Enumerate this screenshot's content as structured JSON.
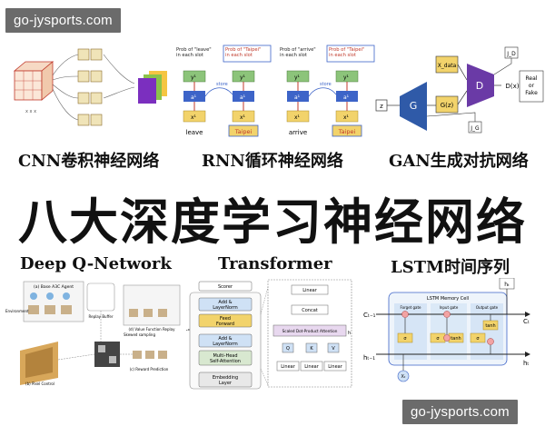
{
  "watermark": {
    "top": "go-jysports.com",
    "bottom": "go-jysports.com"
  },
  "headline": "八大深度学习神经网络",
  "captions": {
    "cnn": "CNN卷积神经网络",
    "rnn": "RNN循环神经网络",
    "gan": "GAN生成对抗网络",
    "dqn": "Deep Q-Network",
    "transformer": "Transformer",
    "lstm": "LSTM时间序列"
  },
  "rnn_panel": {
    "slots": [
      {
        "prob": "Prob of \"leave\"\nin each slot",
        "input": "leave",
        "highlight": false
      },
      {
        "prob": "Prob of \"Taipei\"\nin each slot",
        "input": "Taipei",
        "highlight": true
      },
      {
        "prob": "Prob of \"arrive\"\nin each slot",
        "input": "arrive",
        "highlight": false
      },
      {
        "prob": "Prob of \"Taipei\"\nin each slot",
        "input": "Taipei",
        "highlight": true
      }
    ],
    "store_label": "store",
    "y_label": "y¹",
    "a_label": "a¹",
    "x_label": "x¹"
  },
  "gan_panel": {
    "z": "z",
    "g": "G",
    "gz": "G(z)",
    "x_data": "X_data",
    "d": "D",
    "dx": "D(x)",
    "real_or_fake": "Real\nor\nFake",
    "jd": "J_D",
    "jg": "J_G"
  },
  "transformer_panel": {
    "left_blocks": [
      "Scorer",
      "Add &\nLayerNorm",
      "Feed\nForward",
      "Add &\nLayerNorm",
      "Multi-Head\nSelf-Attention",
      "Embedding\nLayer"
    ],
    "lx": "Lₓ",
    "right_blocks": [
      "Linear",
      "Concat",
      "Scaled Dot-Product Attention",
      "Q",
      "K",
      "V",
      "Linear",
      "Linear",
      "Linear"
    ],
    "h": "h"
  },
  "lstm_panel": {
    "title": "LSTM Memory Cell",
    "gates": [
      "Forget gate",
      "Input gate",
      "Output gate"
    ],
    "ct_prev": "Cₜ₋₁",
    "ct": "Cₜ",
    "ht_prev": "hₜ₋₁",
    "ht": "hₜ",
    "ht_top": "hₜ",
    "xt": "Xₜ",
    "sigma": "σ",
    "tanh": "tanh"
  },
  "dqn_panel": {
    "labels": [
      "(a) Base A3C Agent",
      "Replay Buffer",
      "Environment",
      "(d) Value Function Replay",
      "(b) Pixel Control",
      "(c) Reward Prediction",
      "Skewed sampling"
    ]
  },
  "colors": {
    "blue_box": "#3d64c8",
    "yellow_box": "#f2d36b",
    "green_box": "#8cc47a",
    "purple": "#7b2fbf",
    "gan_blue": "#2f5aa8",
    "gan_purple": "#6a3aa6",
    "lstm_blue": "#cfe1f5"
  }
}
